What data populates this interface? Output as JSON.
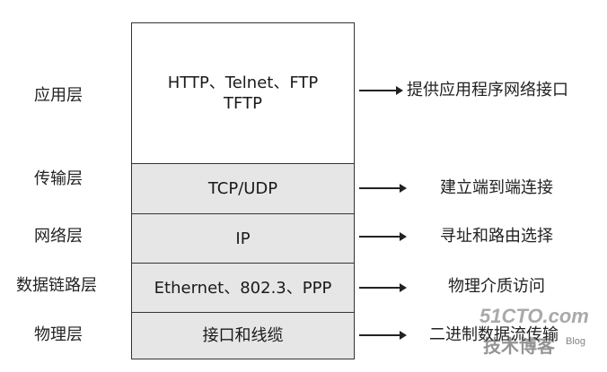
{
  "layers": [
    {
      "name": "应用层",
      "protocols": [
        "HTTP、Telnet、FTP",
        "TFTP"
      ],
      "function": "提供应用程序网络接口",
      "shaded": false
    },
    {
      "name": "传输层",
      "protocols": [
        "TCP/UDP"
      ],
      "function": "建立端到端连接",
      "shaded": true
    },
    {
      "name": "网络层",
      "protocols": [
        "IP"
      ],
      "function": "寻址和路由选择",
      "shaded": true
    },
    {
      "name": "数据链路层",
      "protocols": [
        "Ethernet、802.3、PPP"
      ],
      "function": "物理介质访问",
      "shaded": true
    },
    {
      "name": "物理层",
      "protocols": [
        "接口和线缆"
      ],
      "function": "二进制数据流传输",
      "shaded": true
    }
  ],
  "watermark": {
    "site": "51CTO.com",
    "sub": "技术博客",
    "blog": "Blog"
  },
  "colors": {
    "box_fill": "#e6e6e6",
    "line": "#333333"
  }
}
